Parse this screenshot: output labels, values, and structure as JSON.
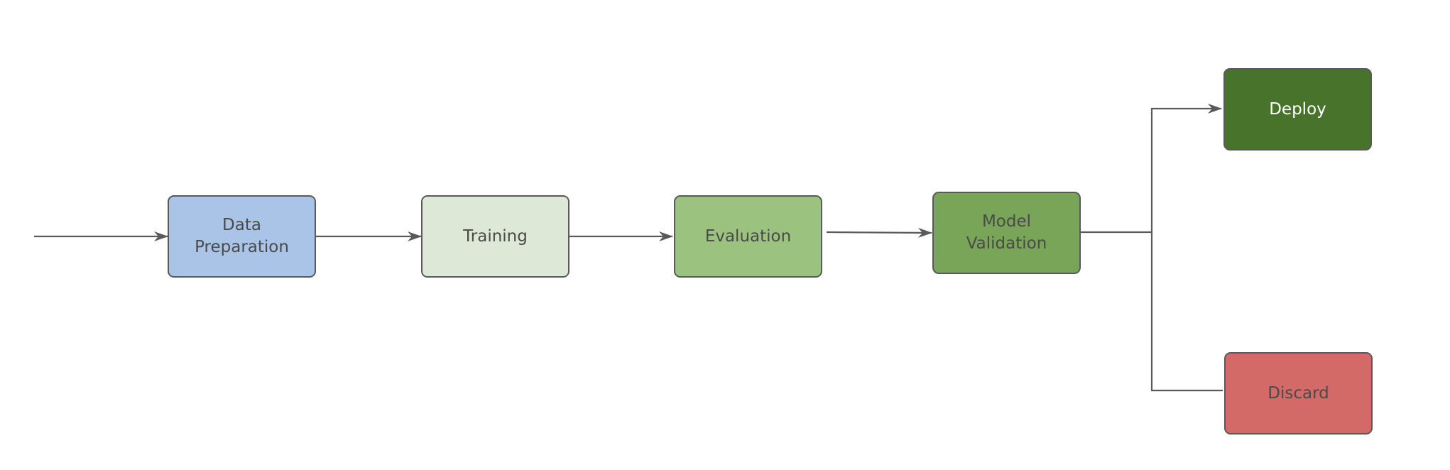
{
  "diagram": {
    "nodes": {
      "data_prep": {
        "label": "Data\nPreparation",
        "color": "#a9c4e6"
      },
      "training": {
        "label": "Training",
        "color": "#dde9d6"
      },
      "evaluation": {
        "label": "Evaluation",
        "color": "#9bc27f"
      },
      "validation": {
        "label": "Model\nValidation",
        "color": "#78a558"
      },
      "deploy": {
        "label": "Deploy",
        "color": "#48732b"
      },
      "discard": {
        "label": "Discard",
        "color": "#d46a68"
      }
    },
    "edges": [
      {
        "from": "",
        "to": "data_prep"
      },
      {
        "from": "data_prep",
        "to": "training"
      },
      {
        "from": "training",
        "to": "evaluation"
      },
      {
        "from": "evaluation",
        "to": "validation"
      },
      {
        "from": "validation",
        "to": "deploy"
      },
      {
        "from": "validation",
        "to": "discard"
      }
    ],
    "edge_color": "#5a5a5a",
    "border_color": "#5a5a5a"
  }
}
